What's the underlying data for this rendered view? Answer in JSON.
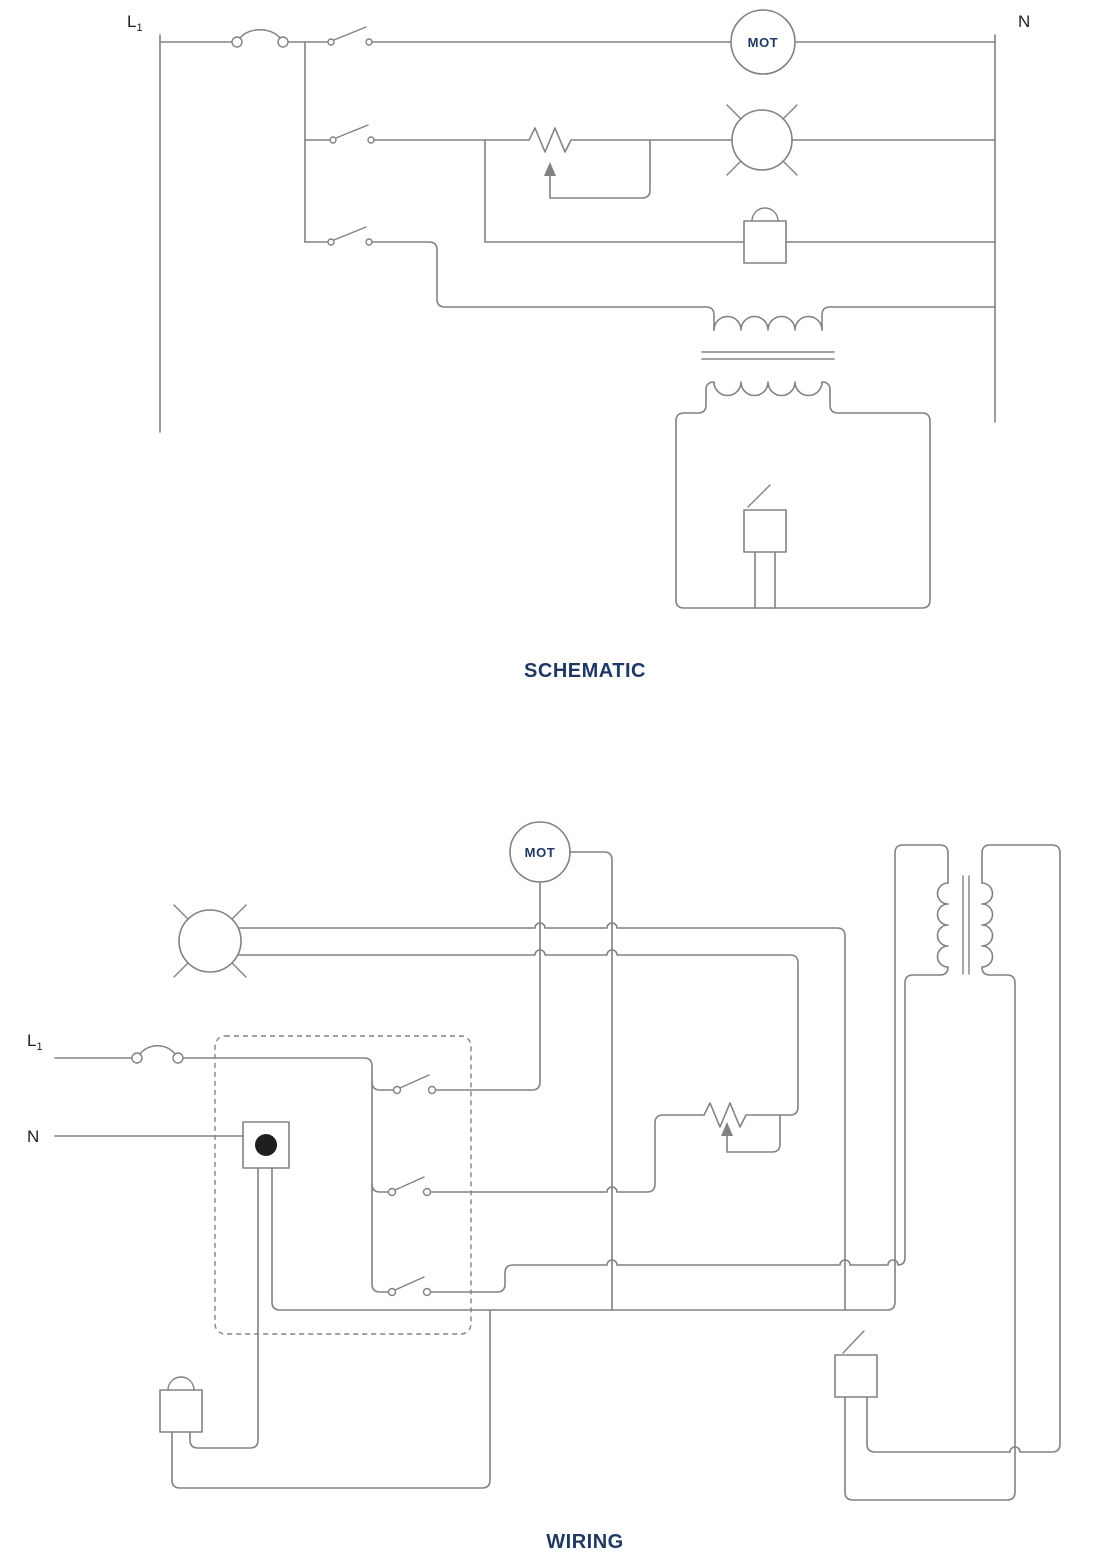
{
  "diagram": {
    "schematic": {
      "title": "SCHEMATIC",
      "l1_main": "L",
      "l1_sub": "1",
      "neutral": "N",
      "motor": "MOT"
    },
    "wiring": {
      "title": "WIRING",
      "l1_main": "L",
      "l1_sub": "1",
      "neutral": "N",
      "motor": "MOT"
    }
  },
  "colors": {
    "wire": "#828282",
    "label": "#1f3864",
    "ink": "#1f1f1f",
    "bg": "#ffffff"
  }
}
